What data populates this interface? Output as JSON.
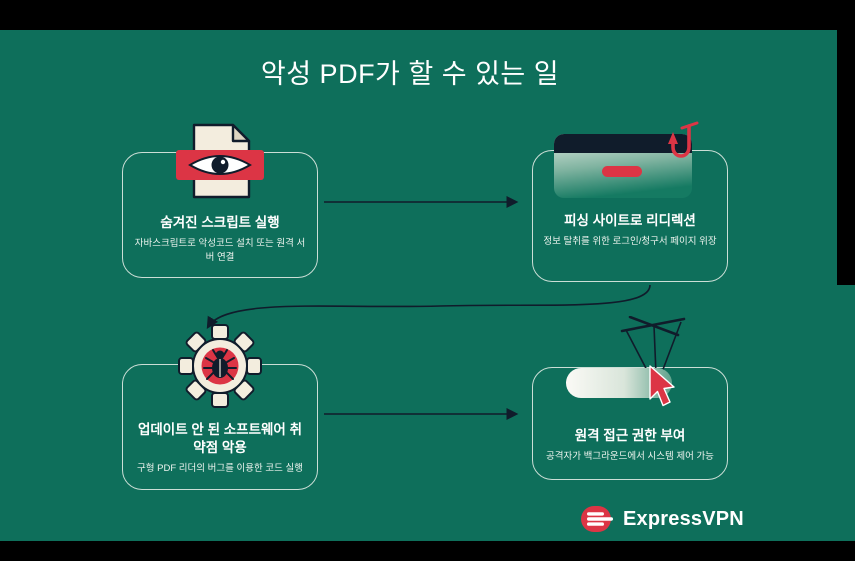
{
  "header": {
    "title": "악성 PDF가 할 수 있는 일"
  },
  "cards": [
    {
      "icon": "pdf-eye-icon",
      "title": "숨겨진 스크립트 실행",
      "subtitle": "자바스크립트로 악성코드 설치 또는 원격 서버 연결"
    },
    {
      "icon": "browser-hook-icon",
      "title": "피싱 사이트로 리디렉션",
      "subtitle": "정보 탈취를 위한 로그인/청구서 페이지 위장"
    },
    {
      "icon": "gear-bug-icon",
      "title": "업데이트 안 된 소프트웨어 취약점 악용",
      "subtitle": "구형 PDF 리더의 버그를 이용한 코드 실행"
    },
    {
      "icon": "puppet-cursor-icon",
      "title": "원격 접근 권한 부여",
      "subtitle": "공격자가 백그라운드에서 시스템 제어 가능"
    }
  ],
  "footer": {
    "brand": "ExpressVPN"
  },
  "colors": {
    "panel_teal": "#0e6f5b",
    "accent_red": "#dc3545",
    "ink_navy": "#101c2b",
    "paper_cream": "#f3edde",
    "text_white": "#ffffff"
  }
}
